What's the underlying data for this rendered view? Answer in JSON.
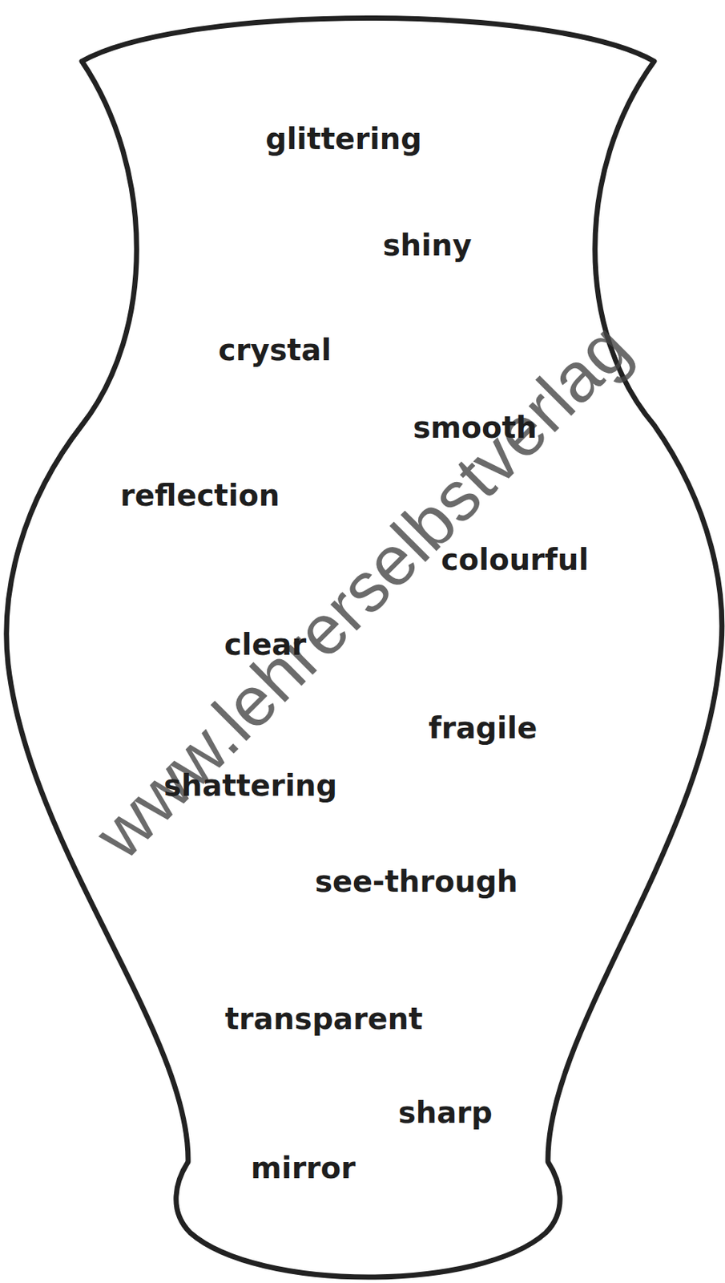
{
  "diagram": {
    "nodes": [
      {
        "text": [
          "glittering",
          "shiny",
          "crystal",
          "smooth",
          "reflection",
          "colourful",
          "clear",
          "fragile",
          "shattering",
          "see-through",
          "transparent",
          "sharp",
          "mirror"
        ]
      }
    ],
    "labels": [
      "www.lehrerselbstverlag"
    ]
  }
}
